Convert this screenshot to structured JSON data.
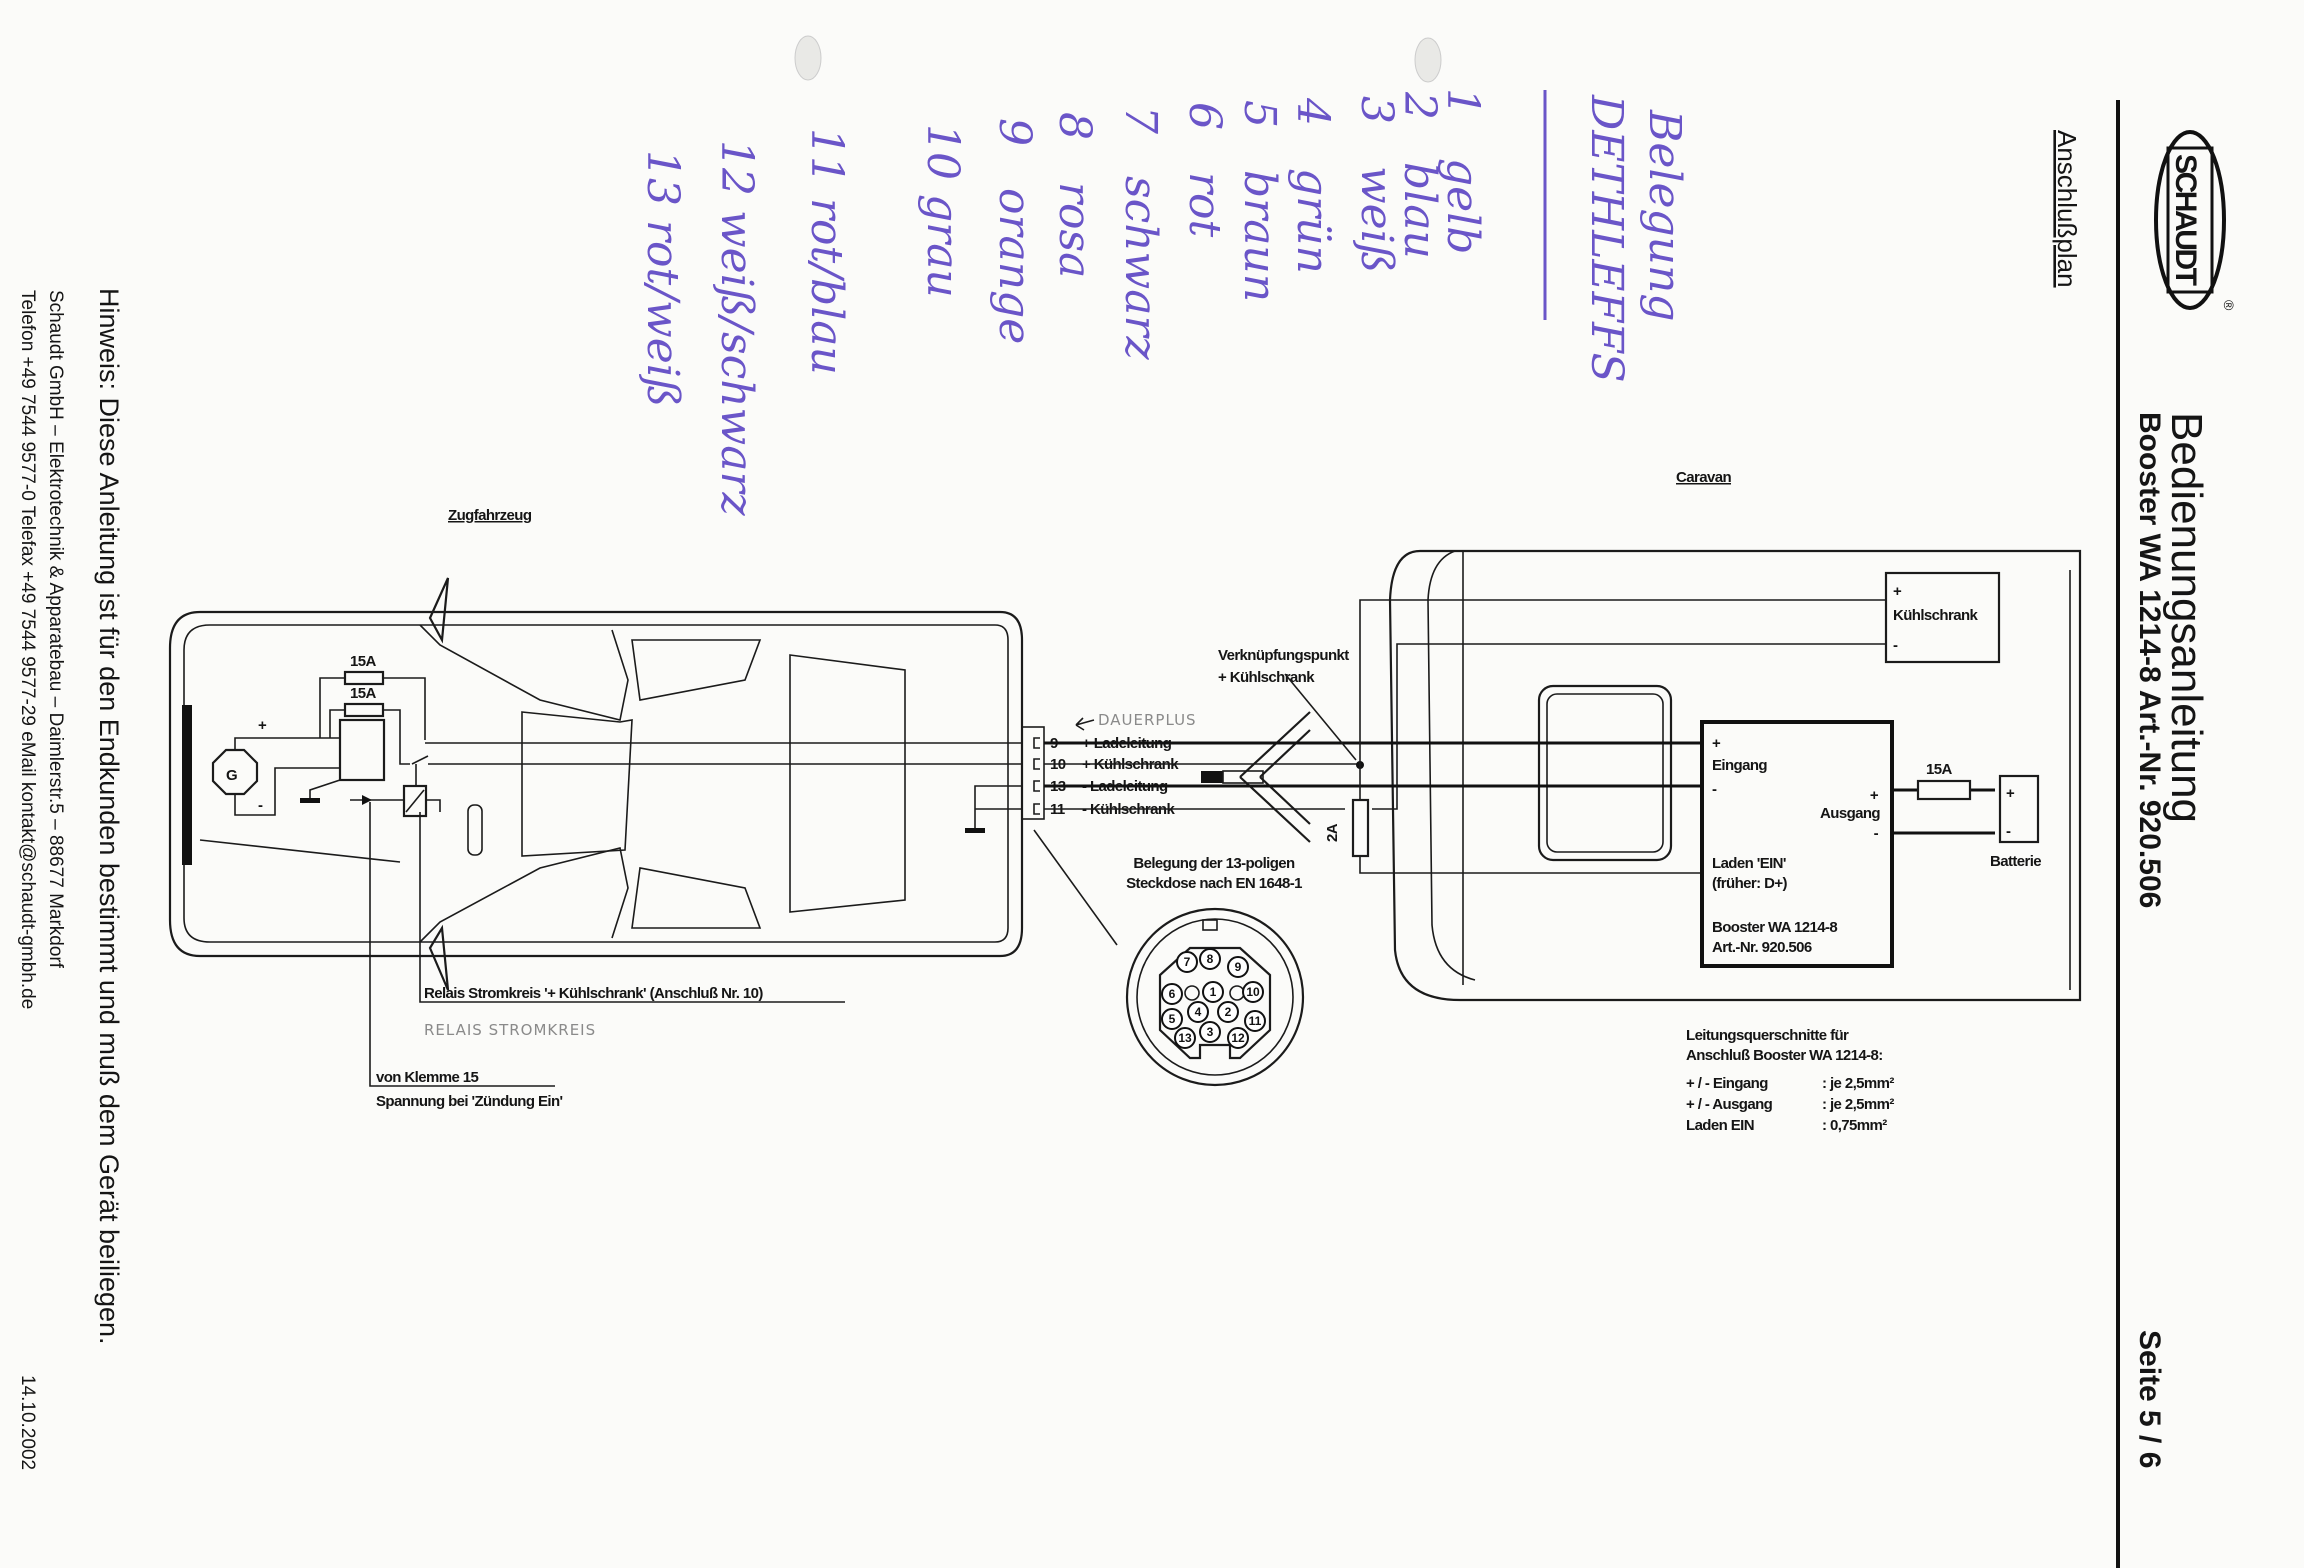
{
  "header": {
    "logo": "SCHAUDT",
    "title": "Bedienungsanleitung",
    "subtitle": "Booster WA 1214-8 Art.-Nr. 920.506",
    "page": "Seite 5 / 6",
    "section": "Anschlußplan"
  },
  "footer": {
    "note": "Hinweis: Diese Anleitung ist für den Endkunden bestimmt und muß dem Gerät beiliegen.",
    "company": "Schaudt GmbH – Elektrotechnik & Apparatebau – Daimlerstr.5 – 88677 Markdorf",
    "contact": "Telefon  +49 7544 9577-0  Telefax  +49 7544 9577-29  eMail  kontakt@schaudt-gmbh.de",
    "date": "14.10.2002"
  },
  "vehicle": {
    "title": "Zugfahrzeug",
    "fuse1": "15A",
    "fuse2": "15A",
    "generator": "G",
    "plus": "+",
    "minus": "-",
    "relay_note": "Relais Stromkreis '+ Kühlschrank' (Anschluß Nr. 10)",
    "relay_handwritten": "RELAIS STROMKREIS",
    "klemme_line1": "von Klemme 15",
    "klemme_line2": "Spannung bei 'Zündung Ein'"
  },
  "connector": {
    "pins": [
      {
        "num": "9",
        "label": "+ Ladeleitung"
      },
      {
        "num": "10",
        "label": "+ Kühlschrank"
      },
      {
        "num": "13",
        "label": "- Ladeleitung"
      },
      {
        "num": "11",
        "label": "- Kühlschrank"
      }
    ],
    "handwritten": "DAUERPLUS",
    "socket_title1": "Belegung der 13-poligen",
    "socket_title2": "Steckdose nach EN 1648-1",
    "socket_pins": [
      "1",
      "2",
      "3",
      "4",
      "5",
      "6",
      "7",
      "8",
      "9",
      "10",
      "11",
      "12",
      "13"
    ]
  },
  "caravan": {
    "title": "Caravan",
    "junction_line1": "Verknüpfungspunkt",
    "junction_line2": "+ Kühlschrank",
    "fuse_small": "2A",
    "fridge": "Kühlschrank",
    "fridge_plus": "+",
    "fridge_minus": "-",
    "booster": {
      "in_plus": "+",
      "in_label": "Eingang",
      "in_minus": "-",
      "out_plus": "+",
      "out_label": "Ausgang",
      "out_minus": "-",
      "charge1": "Laden 'EIN'",
      "charge2": "(früher: D+)",
      "model": "Booster WA 1214-8",
      "art": "Art.-Nr. 920.506"
    },
    "fuse_out": "15A",
    "battery": "Batterie",
    "battery_plus": "+",
    "battery_minus": "-"
  },
  "wiring_spec": {
    "title1": "Leitungsquerschnitte für",
    "title2": "Anschluß Booster WA 1214-8:",
    "rows": [
      {
        "name": "+ / - Eingang",
        "value": ": je 2,5mm²"
      },
      {
        "name": "+ / - Ausgang",
        "value": ": je 2,5mm²"
      },
      {
        "name": "Laden EIN",
        "value": ": 0,75mm²"
      }
    ]
  },
  "handwritten_list": {
    "heading": "Belegung",
    "brand": "DETHLEFFS",
    "items": [
      {
        "num": "1",
        "color": "gelb"
      },
      {
        "num": "2",
        "color": "blau"
      },
      {
        "num": "3",
        "color": "weiß"
      },
      {
        "num": "4",
        "color": "grün"
      },
      {
        "num": "5",
        "color": "braun"
      },
      {
        "num": "6",
        "color": "rot"
      },
      {
        "num": "7",
        "color": "schwarz"
      },
      {
        "num": "8",
        "color": "rosa"
      },
      {
        "num": "9",
        "color": "orange"
      },
      {
        "num": "10",
        "color": "grau"
      },
      {
        "num": "11",
        "color": "rot/blau"
      },
      {
        "num": "12",
        "color": "weiß/schwarz"
      },
      {
        "num": "13",
        "color": "rot/weiß"
      }
    ],
    "ink_color": "#6a55c8"
  }
}
